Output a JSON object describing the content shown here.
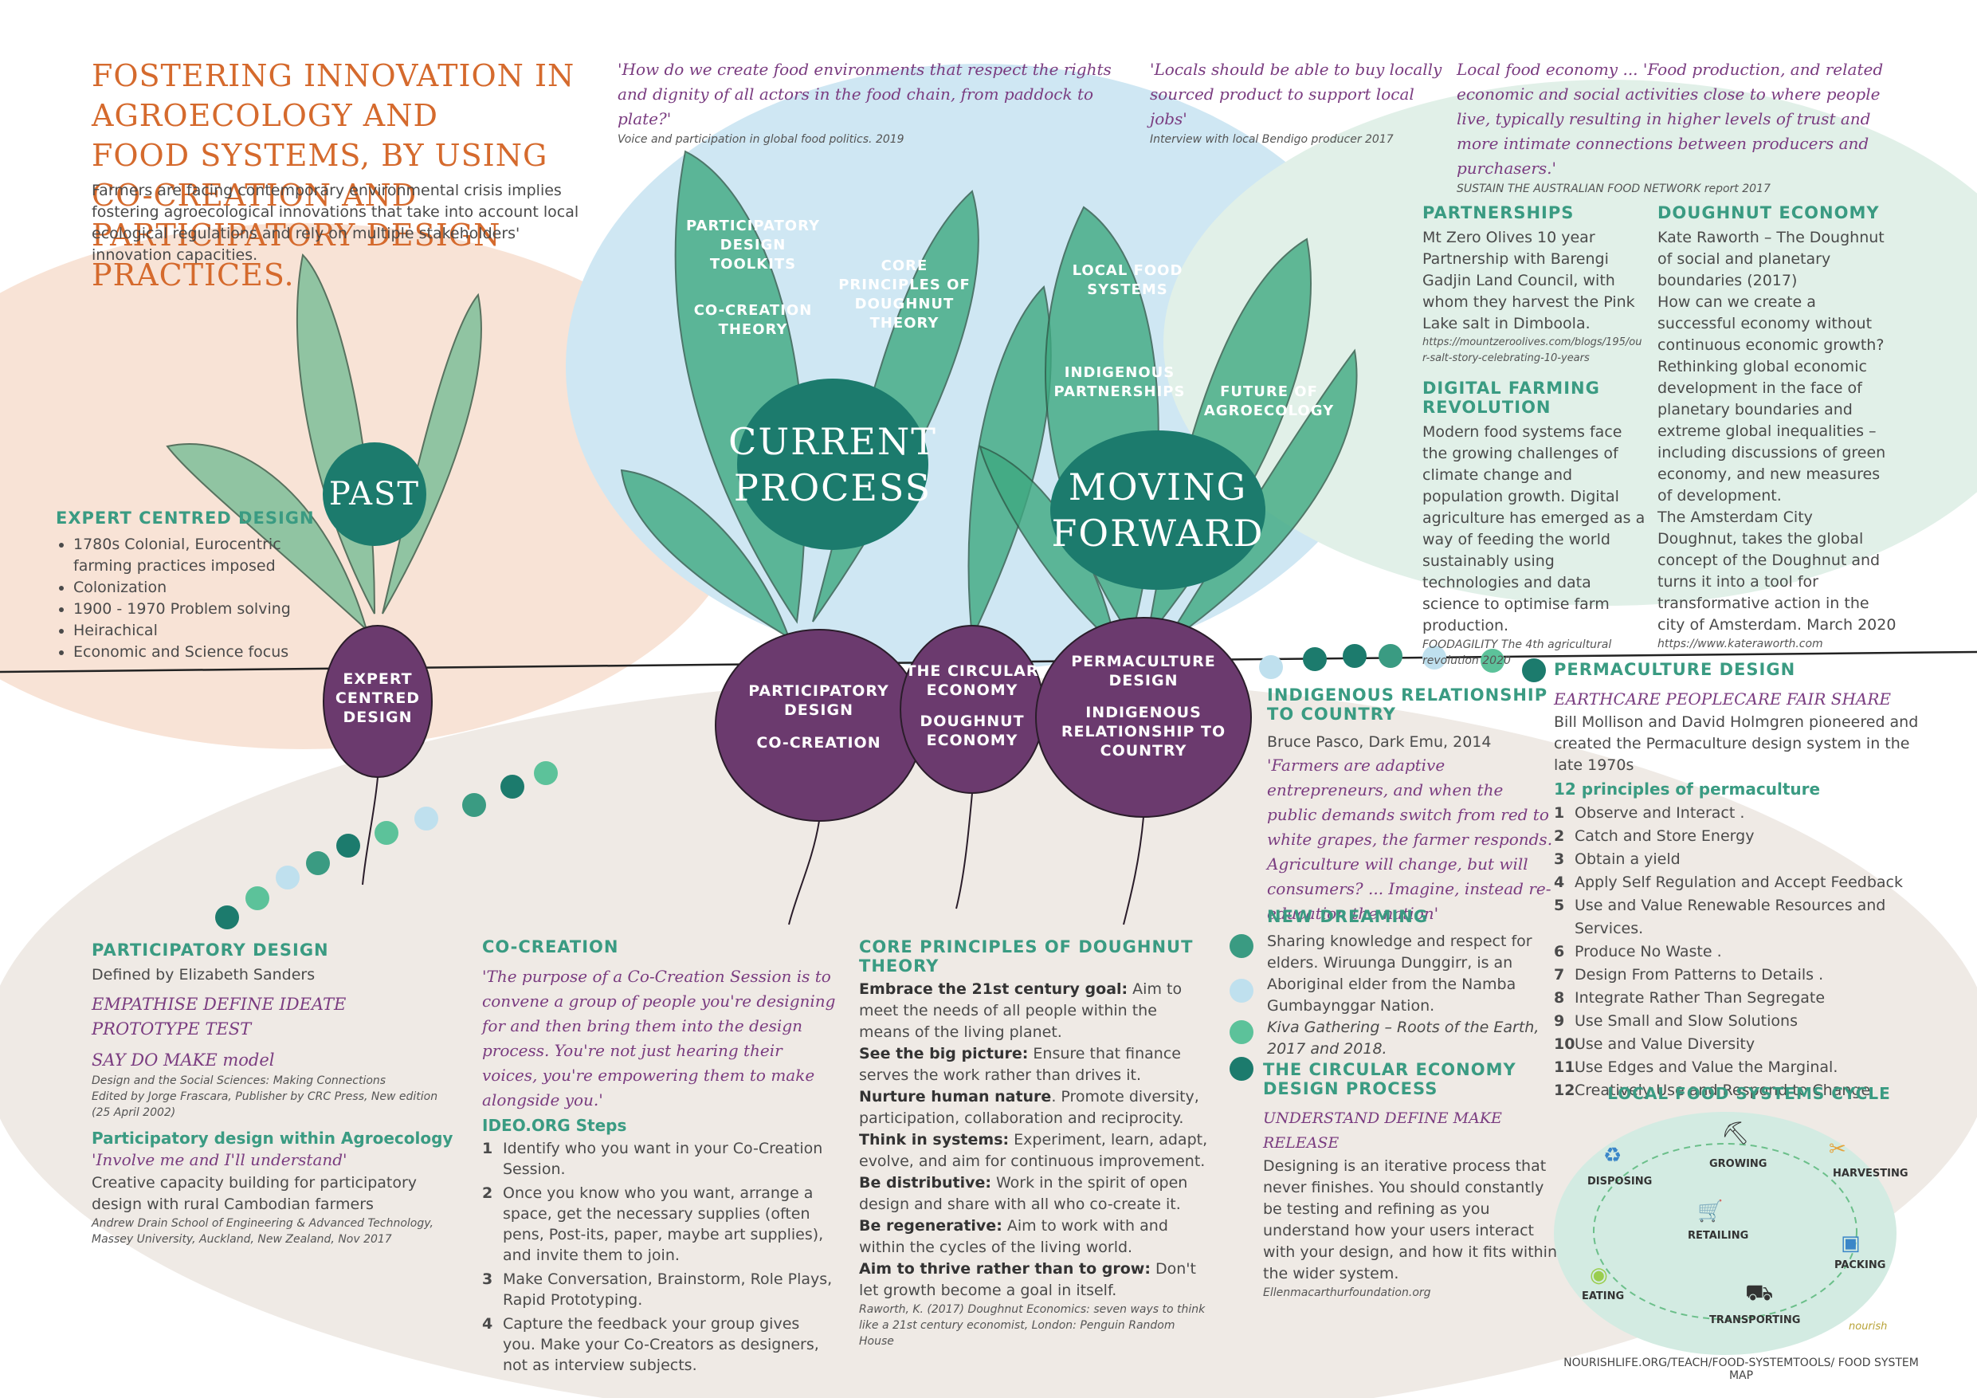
{
  "header": {
    "title_lines": [
      "FOSTERING INNOVATION IN AGROECOLOGY AND",
      "FOOD SYSTEMS, BY USING CO-CREATION AND",
      "PARTICIPATORY DESIGN PRACTICES."
    ],
    "intro": "Farmers are facing contemporary environmental crisis implies fostering agroecological innovations that take into account local ecological regulations and rely on multiple stakeholders' innovation capacities."
  },
  "quotes": {
    "q1": "'How do we create food environments that respect the rights and dignity of all actors in the food chain, from paddock to plate?'",
    "q1_source": "Voice and participation in global food politics. 2019",
    "q2": "'Locals should be able to buy locally sourced product to support local jobs'",
    "q2_source": "Interview with local Bendigo producer 2017",
    "q3": "Local food economy ... 'Food production, and related economic and social activities close to where people live, typically resulting in higher levels of trust and more intimate connections between producers and purchasers.'",
    "q3_source": "SUSTAIN THE AUSTRALIAN FOOD NETWORK report 2017"
  },
  "stages": {
    "past": "PAST",
    "current": [
      "CURRENT",
      "PROCESS"
    ],
    "moving": [
      "MOVING",
      "FORWARD"
    ]
  },
  "leaf_labels": {
    "toolkits": "PARTICIPATORY DESIGN TOOLKITS",
    "cocreation_theory": "CO-CREATION THEORY",
    "core_principles": "CORE PRINCIPLES OF DOUGHNUT THEORY",
    "local_food": "LOCAL FOOD SYSTEMS",
    "indigenous_partnerships": "INDIGENOUS PARTNERSHIPS",
    "future": "FUTURE OF AGROECOLOGY"
  },
  "root_labels": {
    "expert": "EXPERT CENTRED DESIGN",
    "participatory": "PARTICIPATORY DESIGN",
    "cocreation": "CO-CREATION",
    "circular": "THE CIRCULAR ECONOMY",
    "doughnut": "DOUGHNUT ECONOMY",
    "permaculture": "PERMACULTURE DESIGN",
    "indigenous": "INDIGENOUS RELATIONSHIP TO COUNTRY"
  },
  "expert": {
    "title": "EXPERT CENTRED DESIGN",
    "items": [
      "1780s Colonial, Eurocentric farming practices imposed",
      "Colonization",
      "1900 - 1970 Problem solving",
      "Heirachical",
      "Economic and Science focus"
    ]
  },
  "partnerships": {
    "title": "PARTNERSHIPS",
    "body": "Mt Zero Olives 10 year Partnership with Barengi Gadjin Land Council, with whom they harvest the Pink Lake salt in Dimboola.",
    "link": "https://mountzeroolives.com/blogs/195/our-salt-story-celebrating-10-years"
  },
  "digital": {
    "title": "DIGITAL FARMING REVOLUTION",
    "body": "Modern food systems face the growing challenges of climate change and population growth. Digital agriculture has emerged as a way of feeding the world sustainably using technologies and data science to optimise farm production.",
    "source": "FOODAGILITY The 4th agricultural revolution 2020"
  },
  "doughnut_econ": {
    "title": "DOUGHNUT ECONOMY",
    "p1": "Kate Raworth – The Doughnut of social and planetary boundaries (2017)",
    "p2": "How can we create a successful economy without continuous economic growth?",
    "p3": "Rethinking global economic development in the face of planetary boundaries and extreme global inequalities –including discussions of green economy, and new measures of development.",
    "p4": "The Amsterdam City Doughnut, takes the global concept of the Doughnut and turns it into a tool for transformative action in the city of Amsterdam. March 2020",
    "link": "https://www.kateraworth.com"
  },
  "indigenous": {
    "title": "INDIGENOUS RELATIONSHIP TO COUNTRY",
    "author": "Bruce Pasco, Dark Emu, 2014",
    "quote": "'Farmers are adaptive entrepreneurs, and when the public demands switch from red to white grapes, the farmer responds. Agriculture will change, but will consumers? ... Imagine, instead re-education the nation'"
  },
  "new_dreaming": {
    "title": "NEW DREAMING",
    "body1": "Sharing knowledge and respect for elders. Wiruunga Dunggirr, is an Aboriginal elder from the Namba Gumbaynggar Nation.",
    "body2": "Kiva Gathering – Roots of the Earth, 2017 and 2018."
  },
  "circular_design": {
    "title": "THE CIRCULAR ECONOMY DESIGN PROCESS",
    "steps": "UNDERSTAND  DEFINE  MAKE  RELEASE",
    "body": "Designing is an iterative process that never finishes. You should constantly be testing and refining as you understand how your users interact with your design, and how it fits within the wider system.",
    "source": "Ellenmacarthurfoundation.org"
  },
  "permaculture": {
    "title": "PERMACULTURE DESIGN",
    "ethics": "EARTHCARE  PEOPLECARE  FAIR SHARE",
    "body": "Bill Mollison and David Holmgren pioneered and created the Permaculture design system in the late 1970s",
    "principles_title": "12 principles of permaculture",
    "principles": [
      {
        "n": "1",
        "t": "Observe and Interact ."
      },
      {
        "n": "2",
        "t": "Catch and Store Energy"
      },
      {
        "n": "3",
        "t": "Obtain a yield"
      },
      {
        "n": "4",
        "t": "Apply Self Regulation and Accept Feedback"
      },
      {
        "n": "5",
        "t": "Use and Value Renewable Resources and Services."
      },
      {
        "n": "6",
        "t": "Produce No Waste ."
      },
      {
        "n": "7",
        "t": "Design From Patterns to Details ."
      },
      {
        "n": "8",
        "t": "Integrate Rather Than Segregate"
      },
      {
        "n": "9",
        "t": "Use Small and Slow Solutions"
      },
      {
        "n": "10",
        "t": "Use and Value Diversity"
      },
      {
        "n": "11",
        "t": "Use Edges and Value the Marginal."
      },
      {
        "n": "12",
        "t": "Creatively Use and Respond to Change"
      }
    ]
  },
  "participatory": {
    "title": "PARTICIPATORY DESIGN",
    "defined": "Defined by Elizabeth Sanders",
    "steps1": "EMPATHISE  DEFINE  IDEATE  PROTOTYPE  TEST",
    "steps2": "SAY  DO  MAKE  model",
    "source1": "Design and the Social Sciences: Making Connections",
    "source2": "Edited by Jorge Frascara, Publisher by CRC Press, New edition (25 April 2002)",
    "sub_title": "Participatory design within Agroecology",
    "sub_quote": "'Involve me and I'll understand'",
    "sub_body": "Creative capacity building for participatory design with rural Cambodian farmers",
    "sub_source": "Andrew Drain School of Engineering & Advanced Technology, Massey University, Auckland, New Zealand, Nov 2017"
  },
  "cocreation": {
    "title": "CO-CREATION",
    "quote": "'The purpose of a Co-Creation Session is to convene a group of people you're designing for and then bring them into the design process. You're not just hearing their voices, you're empowering them to make alongside you.'",
    "steps_title": "IDEO.ORG Steps",
    "steps": [
      {
        "n": "1",
        "t": "Identify who you want in your Co-Creation Session."
      },
      {
        "n": "2",
        "t": "Once you know who you want, arrange a space, get the necessary supplies (often pens, Post-its, paper, maybe art supplies), and invite them to join."
      },
      {
        "n": "3",
        "t": "Make Conversation, Brainstorm, Role Plays, Rapid Prototyping."
      },
      {
        "n": "4",
        "t": "Capture the feedback your group gives you. Make your Co-Creators as designers, not as interview subjects."
      }
    ]
  },
  "core": {
    "title": "CORE PRINCIPLES OF DOUGHNUT THEORY",
    "items": [
      {
        "h": "Embrace the 21st century goal:",
        "t": " Aim to meet the needs of all people within the means of the living planet."
      },
      {
        "h": "See the big picture:",
        "t": " Ensure that finance serves the work rather than drives it."
      },
      {
        "h": "Nurture human nature",
        "t": ". Promote diversity, participation, collaboration and reciprocity."
      },
      {
        "h": "Think in systems:",
        "t": " Experiment, learn, adapt, evolve, and aim for continuous improvement."
      },
      {
        "h": "Be distributive:",
        "t": " Work in the spirit of open design and share with all who co-create it."
      },
      {
        "h": "Be regenerative:",
        "t": " Aim to work with and within the cycles of the living world."
      },
      {
        "h": "Aim to thrive rather than to grow:",
        "t": " Don't let growth become a goal in itself."
      }
    ],
    "source": "Raworth, K. (2017) Doughnut Economics: seven ways to think like a 21st century economist, London: Penguin Random House"
  },
  "cycle": {
    "title": "LOCAL FOOD SYSTEMS CYCLE",
    "nodes": [
      "GROWING",
      "HARVESTING",
      "PACKING",
      "TRANSPORTING",
      "EATING",
      "DISPOSING",
      "RETAILING"
    ],
    "footer": "NOURISHLIFE.ORG/TEACH/FOOD-SYSTEMTOOLS/ FOOD SYSTEM MAP",
    "brand": "nourish"
  },
  "colors": {
    "teal": "#1c7b6d",
    "green": "#3a9b82",
    "purple": "#6b3a6e",
    "orange": "#d56a2d",
    "peach": "#f8e3d6",
    "lightblue": "#cfe7f3",
    "mint": "#dcefe6",
    "sand": "#efeae5"
  }
}
